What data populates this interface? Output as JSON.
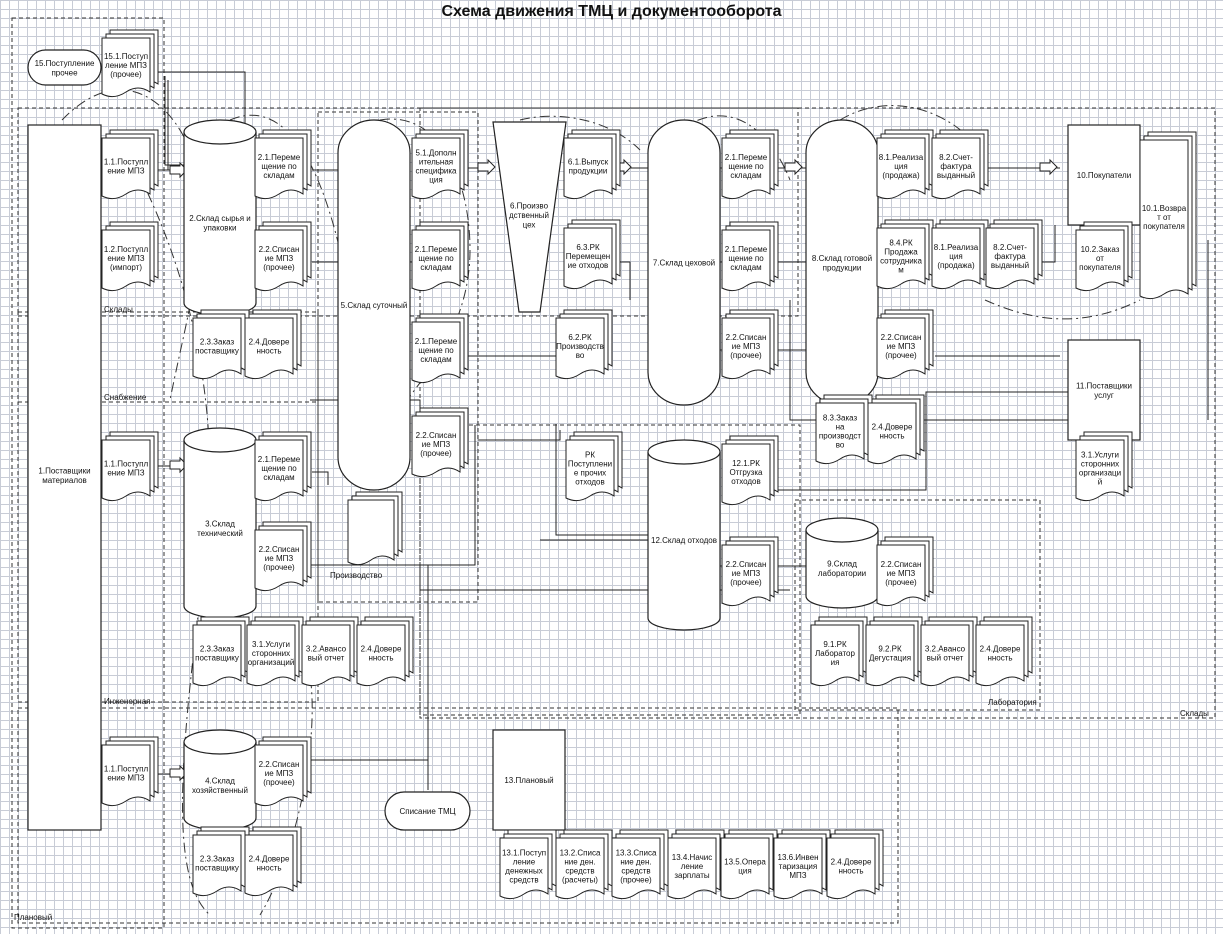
{
  "title": "Схема движения ТМЦ и документооборота",
  "areas": [
    "Склады",
    "Снабжение",
    "Инженерная",
    "Производство",
    "Лаборатория",
    "Склады",
    "Плановый"
  ],
  "nodes": [
    [
      "15.Поступление",
      "прочее"
    ],
    [
      "1.Поставщики",
      "материалов"
    ],
    [
      "2.Склад сырья и",
      "упаковки"
    ],
    [
      "3.Склад",
      "технический"
    ],
    [
      "4.Склад",
      "хозяйственный"
    ],
    [
      "5.Склад суточный"
    ],
    [
      "6.Произво",
      "дственный",
      "цех"
    ],
    [
      "7.Склад цеховой"
    ],
    [
      "8.Склад готовой",
      "продукции"
    ],
    [
      "9.Склад",
      "лаборатории"
    ],
    [
      "10.Покупатели"
    ],
    [
      "11.Поставщики",
      "услуг"
    ],
    [
      "12.Склад отходов"
    ],
    [
      "13.Плановый"
    ],
    [
      "Списание ТМЦ"
    ]
  ],
  "docs": [
    [
      "15.1.Поступ",
      "ление МПЗ",
      "(прочее)"
    ],
    [
      "1.1.Поступл",
      "ение МПЗ"
    ],
    [
      "1.2.Поступл",
      "ение МПЗ",
      "(импорт)"
    ],
    [
      "2.1.Переме",
      "щение по",
      "складам"
    ],
    [
      "2.2.Списан",
      "ие МПЗ",
      "(прочее)"
    ],
    [
      "2.3.Заказ",
      "поставщику"
    ],
    [
      "2.4.Довере",
      "нность"
    ],
    [
      "5.1.Дополн",
      "ительная",
      "специфика",
      "ция"
    ],
    [
      "2.1.Переме",
      "щение по",
      "складам"
    ],
    [
      "2.1.Переме",
      "щение по",
      "складам"
    ],
    [
      "2.2.Списан",
      "ие МПЗ",
      "(прочее)"
    ],
    [
      "1.1.Поступл",
      "ение МПЗ"
    ],
    [
      "2.1.Переме",
      "щение по",
      "складам"
    ],
    [
      "2.2.Списан",
      "ие МПЗ",
      "(прочее)"
    ],
    [
      "2.3.Заказ",
      "поставщику"
    ],
    [
      "3.1.Услуги",
      "сторонних",
      "организаций"
    ],
    [
      "3.2.Авансо",
      "вый отчет"
    ],
    [
      "2.4.Довере",
      "нность"
    ],
    [
      "1.1.Поступл",
      "ение МПЗ"
    ],
    [
      "2.2.Списан",
      "ие МПЗ",
      "(прочее)"
    ],
    [
      "2.3.Заказ",
      "поставщику"
    ],
    [
      "2.4.Довере",
      "нность"
    ],
    [
      "6.1.Выпуск",
      "продукции"
    ],
    [
      "6.3.РК",
      "Перемещен",
      "ие отходов"
    ],
    [
      "6.2.РК",
      "Производств",
      "во"
    ],
    [
      "РК",
      "Поступлени",
      "е прочих",
      "отходов"
    ],
    [
      "2.1.Переме",
      "щение по",
      "складам"
    ],
    [
      "2.1.Переме",
      "щение по",
      "складам"
    ],
    [
      "2.2.Списан",
      "ие МПЗ",
      "(прочее)"
    ],
    [
      "12.1.РК",
      "Отгрузка",
      "отходов"
    ],
    [
      "2.2.Списан",
      "ие МПЗ",
      "(прочее)"
    ],
    [
      "8.1.Реализа",
      "ция",
      "(продажа)"
    ],
    [
      "8.2.Счет-",
      "фактура",
      "выданный"
    ],
    [
      "8.4.РК",
      "Продажа",
      "сотрудника",
      "м"
    ],
    [
      "8.1.Реализа",
      "ция",
      "(продажа)"
    ],
    [
      "8.2.Счет-",
      "фактура",
      "выданный"
    ],
    [
      "2.2.Списан",
      "ие МПЗ",
      "(прочее)"
    ],
    [
      "8.3.Заказ",
      "на",
      "производст",
      "во"
    ],
    [
      "2.4.Довере",
      "нность"
    ],
    [
      "2.2.Списан",
      "ие МПЗ",
      "(прочее)"
    ],
    [
      "9.1.РК",
      "Лаборатор",
      "ия"
    ],
    [
      "9.2.РК",
      "Дегустация"
    ],
    [
      "3.2.Авансо",
      "вый отчет"
    ],
    [
      "2.4.Довере",
      "нность"
    ],
    [
      "10.2.Заказ",
      "от",
      "покупателя"
    ],
    [
      "10.1.Возвра",
      "т от",
      "покупателя"
    ],
    [
      "3.1.Услуги",
      "сторонних",
      "организаци",
      "й"
    ],
    [
      "13.1.Поступ",
      "ление",
      "денежных",
      "средств"
    ],
    [
      "13.2.Списа",
      "ние ден.",
      "средств",
      "(расчеты)"
    ],
    [
      "13.3.Списа",
      "ние ден.",
      "средств",
      "(прочее)"
    ],
    [
      "13.4.Начис",
      "ление",
      "зарплаты"
    ],
    [
      "13.5.Опера",
      "ция"
    ],
    [
      "13.6.Инвен",
      "таризация",
      "МПЗ"
    ],
    [
      "2.4.Довере",
      "нность"
    ]
  ]
}
